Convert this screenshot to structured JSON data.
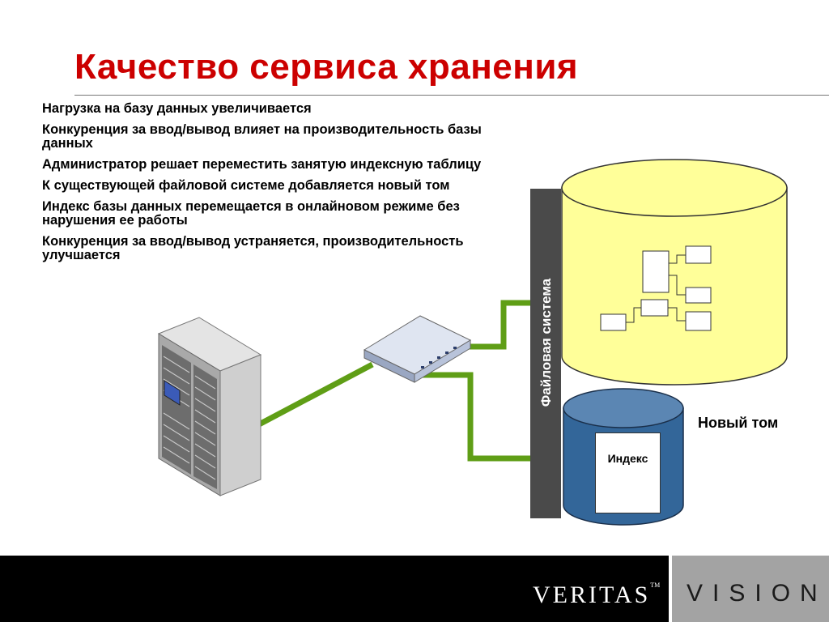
{
  "title": "Качество сервиса хранения",
  "bullets": [
    "Нагрузка на базу данных увеличивается",
    "Конкуренция за ввод/вывод влияет на производительность базы данных",
    "Администратор решает переместить занятую индексную таблицу",
    "К существующей файловой системе добавляется новый том",
    "Индекс базы данных перемещается в онлайновом режиме без нарушения ее работы",
    "Конкуренция за ввод/вывод устраняется, производительность улучшается"
  ],
  "diagram": {
    "file_system_label": "Файловая система",
    "new_volume_label": "Новый том",
    "index_label": "Индекс"
  },
  "footer": {
    "brand": "VERITAS",
    "trademark": "TM",
    "product": "VISION"
  },
  "colors": {
    "title": "#cc0000",
    "link": "#5f9e16",
    "existing_volume": "#ffff99",
    "new_volume": "#336699",
    "file_system_bar": "#4a4a4a"
  }
}
